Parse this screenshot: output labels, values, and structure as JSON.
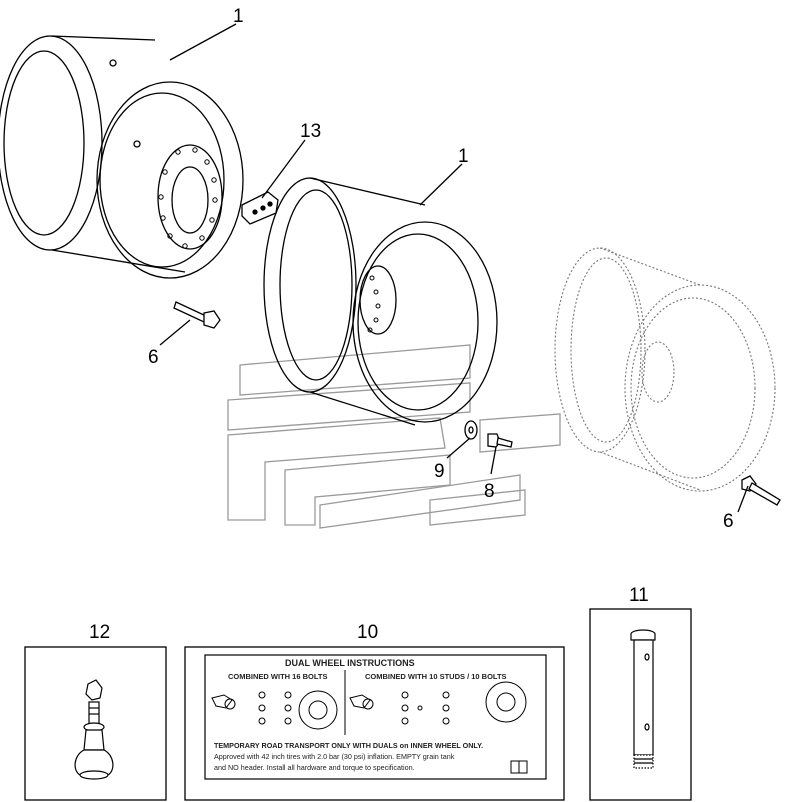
{
  "callouts": {
    "wheel_top_left": "1",
    "wheel_center": "1",
    "spacer": "13",
    "bolt_left": "6",
    "bolt_right": "6",
    "washer": "9",
    "bolt_small": "8",
    "valve_box": "12",
    "decal_box": "10",
    "pin_box": "11"
  },
  "decal": {
    "title": "DUAL WHEEL INSTRUCTIONS",
    "left_heading": "COMBINED WITH 16 BOLTS",
    "right_heading": "COMBINED WITH 10 STUDS / 10 BOLTS",
    "line1": "TEMPORARY ROAD TRANSPORT ONLY WITH DUALS on INNER WHEEL ONLY.",
    "line2": "Approved with 42 inch tires with 2.0 bar (30 psi) inflation. EMPTY grain tank",
    "line3": "and NO header. Install all hardware and torque to specification."
  }
}
